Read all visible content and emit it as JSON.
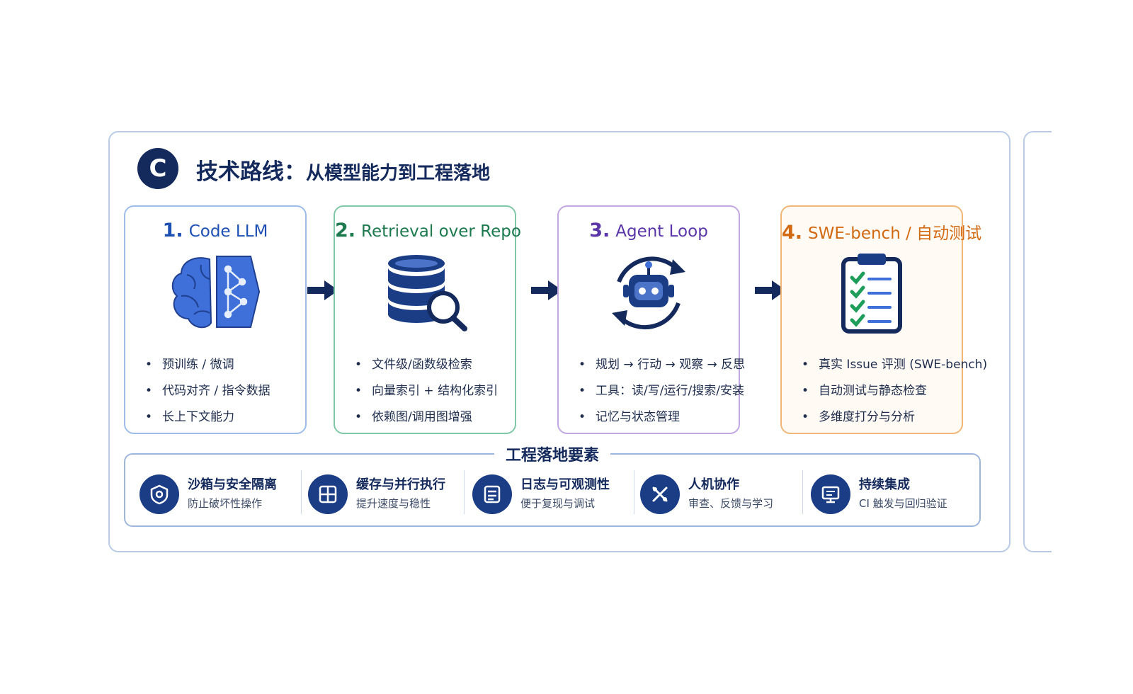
{
  "header": {
    "badge": "C",
    "title": "技术路线：",
    "subtitle": "从模型能力到工程落地"
  },
  "stages": [
    {
      "num": "1.",
      "label": "Code LLM",
      "icon": "brain-network-icon",
      "bullets": [
        "预训练 / 微调",
        "代码对齐 / 指令数据",
        "长上下文能力"
      ]
    },
    {
      "num": "2.",
      "label": "Retrieval over Repo",
      "icon": "database-search-icon",
      "bullets": [
        "文件级/函数级检索",
        "向量索引 + 结构化索引",
        "依赖图/调用图增强"
      ]
    },
    {
      "num": "3.",
      "label": "Agent Loop",
      "icon": "robot-cycle-icon",
      "bullets": [
        "规划 → 行动 → 观察 → 反思",
        "工具：读/写/运行/搜索/安装",
        "记忆与状态管理"
      ]
    },
    {
      "num": "4.",
      "label": "SWE-bench / 自动测试",
      "icon": "checklist-clipboard-icon",
      "bullets": [
        "真实 Issue 评测 (SWE-bench)",
        "自动测试与静态检查",
        "多维度打分与分析"
      ]
    }
  ],
  "engineering": {
    "title": "工程落地要素",
    "items": [
      {
        "name": "沙箱与安全隔离",
        "desc": "防止破坏性操作",
        "icon": "sandbox-icon"
      },
      {
        "name": "缓存与并行执行",
        "desc": "提升速度与稳性",
        "icon": "grid-cache-icon"
      },
      {
        "name": "日志与可观测性",
        "desc": "便于复现与调试",
        "icon": "log-icon"
      },
      {
        "name": "人机协作",
        "desc": "审查、反馈与学习",
        "icon": "collaboration-icon"
      },
      {
        "name": "持续集成",
        "desc": "CI 触发与回归验证",
        "icon": "ci-monitor-icon"
      }
    ]
  },
  "colors": {
    "navy": "#14295c",
    "stage1": "#1e4fb3",
    "stage2": "#1d7a4e",
    "stage3": "#5a36a8",
    "stage4": "#d26a14"
  }
}
